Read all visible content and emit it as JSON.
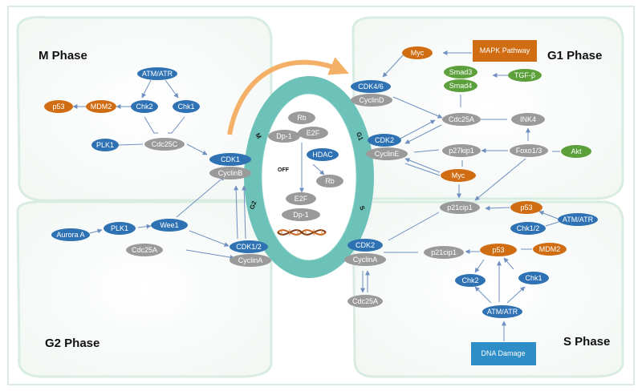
{
  "colors": {
    "blue": "#2f72b4",
    "gray": "#9a9a9a",
    "orange": "#d06d12",
    "green": "#5ca03c",
    "ring": "#6cc2b8",
    "arrow": "#6f8fc0",
    "bigArrow": "#f4b066",
    "panelBorder": "#cfe5da"
  },
  "phases": {
    "m": "M Phase",
    "g1": "G1 Phase",
    "g2": "G2 Phase",
    "s": "S Phase"
  },
  "ring_labels": {
    "m": "M",
    "g1": "G1",
    "g2": "G2",
    "s": "S"
  },
  "center": {
    "rb_top": "Rb",
    "dp1": "Dp-1",
    "e2f": "E2F",
    "hdac": "HDAC",
    "off": "OFF",
    "rb_right": "Rb",
    "e2f_bottom": "E2F",
    "dp1_bottom": "Dp-1",
    "dna_icon": "dna-helix-icon"
  },
  "m_phase": {
    "atm_atr": "ATM/ATR",
    "chk2": "Chk2",
    "chk1": "Chk1",
    "mdm2": "MDM2",
    "p53": "p53",
    "plk1": "PLK1",
    "cdc25c": "Cdc25C",
    "cdk1": "CDK1",
    "cyclinb": "CyclinB"
  },
  "g2_phase": {
    "aurora_a": "Aurora A",
    "plk1": "PLK1",
    "wee1": "Wee1",
    "cdc25a": "Cdc25A",
    "cdk12": "CDK1/2",
    "cyclina": "CyclinA"
  },
  "g1_phase": {
    "myc_top": "Myc",
    "mapk": "MAPK Pathway",
    "cdk46": "CDK4/6",
    "cyclind": "CyclinD",
    "smad3": "Smad3",
    "smad4": "Smad4",
    "tgfb": "TGF-β",
    "cdc25a": "Cdc25A",
    "ink4": "INK4",
    "cdk2": "CDK2",
    "cycline": "CyclinE",
    "p27kip1": "p27kip1",
    "foxo13": "Foxo1/3",
    "akt": "Akt",
    "myc_mid": "Myc"
  },
  "s_phase": {
    "p21cip1_top": "p21cip1",
    "p53_top": "p53",
    "atm_atr_right": "ATM/ATR",
    "chk12": "Chk1/2",
    "cdk2": "CDK2",
    "cyclina": "CyclinA",
    "p21cip1": "p21cip1",
    "p53": "p53",
    "mdm2": "MDM2",
    "chk2": "Chk2",
    "chk1": "Chk1",
    "atm_atr": "ATM/ATR",
    "cdc25a": "Cdc25A",
    "dna_damage": "DNA Damage"
  }
}
